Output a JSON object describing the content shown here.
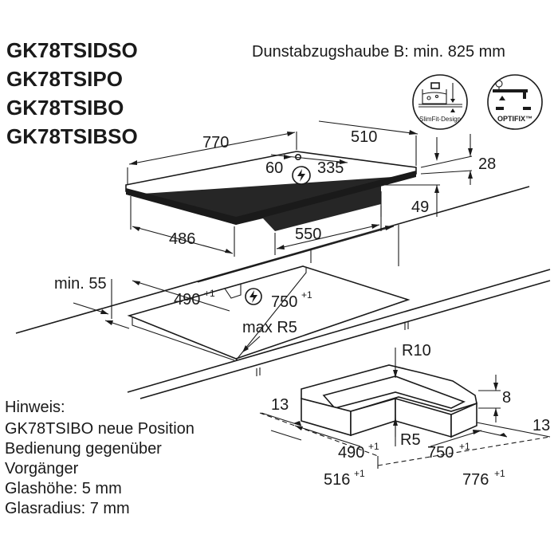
{
  "models": [
    "GK78TSIDSO",
    "GK78TSIPO",
    "GK78TSIBO",
    "GK78TSIBSO"
  ],
  "hood_note": "Dunstabzugshaube B: min. 825 mm",
  "icons": {
    "slimfit": {
      "name": "slimfit-design-icon",
      "label": "SlimFit-Design"
    },
    "optifix": {
      "name": "optifix-icon",
      "label": "OPTIFIX™"
    }
  },
  "hob_dimensions": {
    "width": "770",
    "depth": "510",
    "total_height": "28",
    "body_height": "49",
    "body_depth": "486",
    "body_width": "550",
    "conn_offset": "60",
    "conn_distance": "335"
  },
  "cutout": {
    "min_edge_label": "min. 55",
    "depth": "490",
    "depth_tol": "+1",
    "width": "750",
    "width_tol": "+1",
    "radius": "max R5"
  },
  "frame": {
    "outer_radius": "R10",
    "inner_radius": "R5",
    "side_margin_left": "13",
    "side_margin_right": "13",
    "frame_height": "8",
    "inner_depth": "490",
    "inner_depth_tol": "+1",
    "inner_width": "750",
    "inner_width_tol": "+1",
    "outer_depth": "516",
    "outer_depth_tol": "+1",
    "outer_width": "776",
    "outer_width_tol": "+1"
  },
  "notes": [
    "Hinweis:",
    "GK78TSIBO neue Position",
    "Bedienung gegenüber",
    "Vorgänger",
    "Glashöhe: 5 mm",
    "Glasradius: 7 mm"
  ]
}
